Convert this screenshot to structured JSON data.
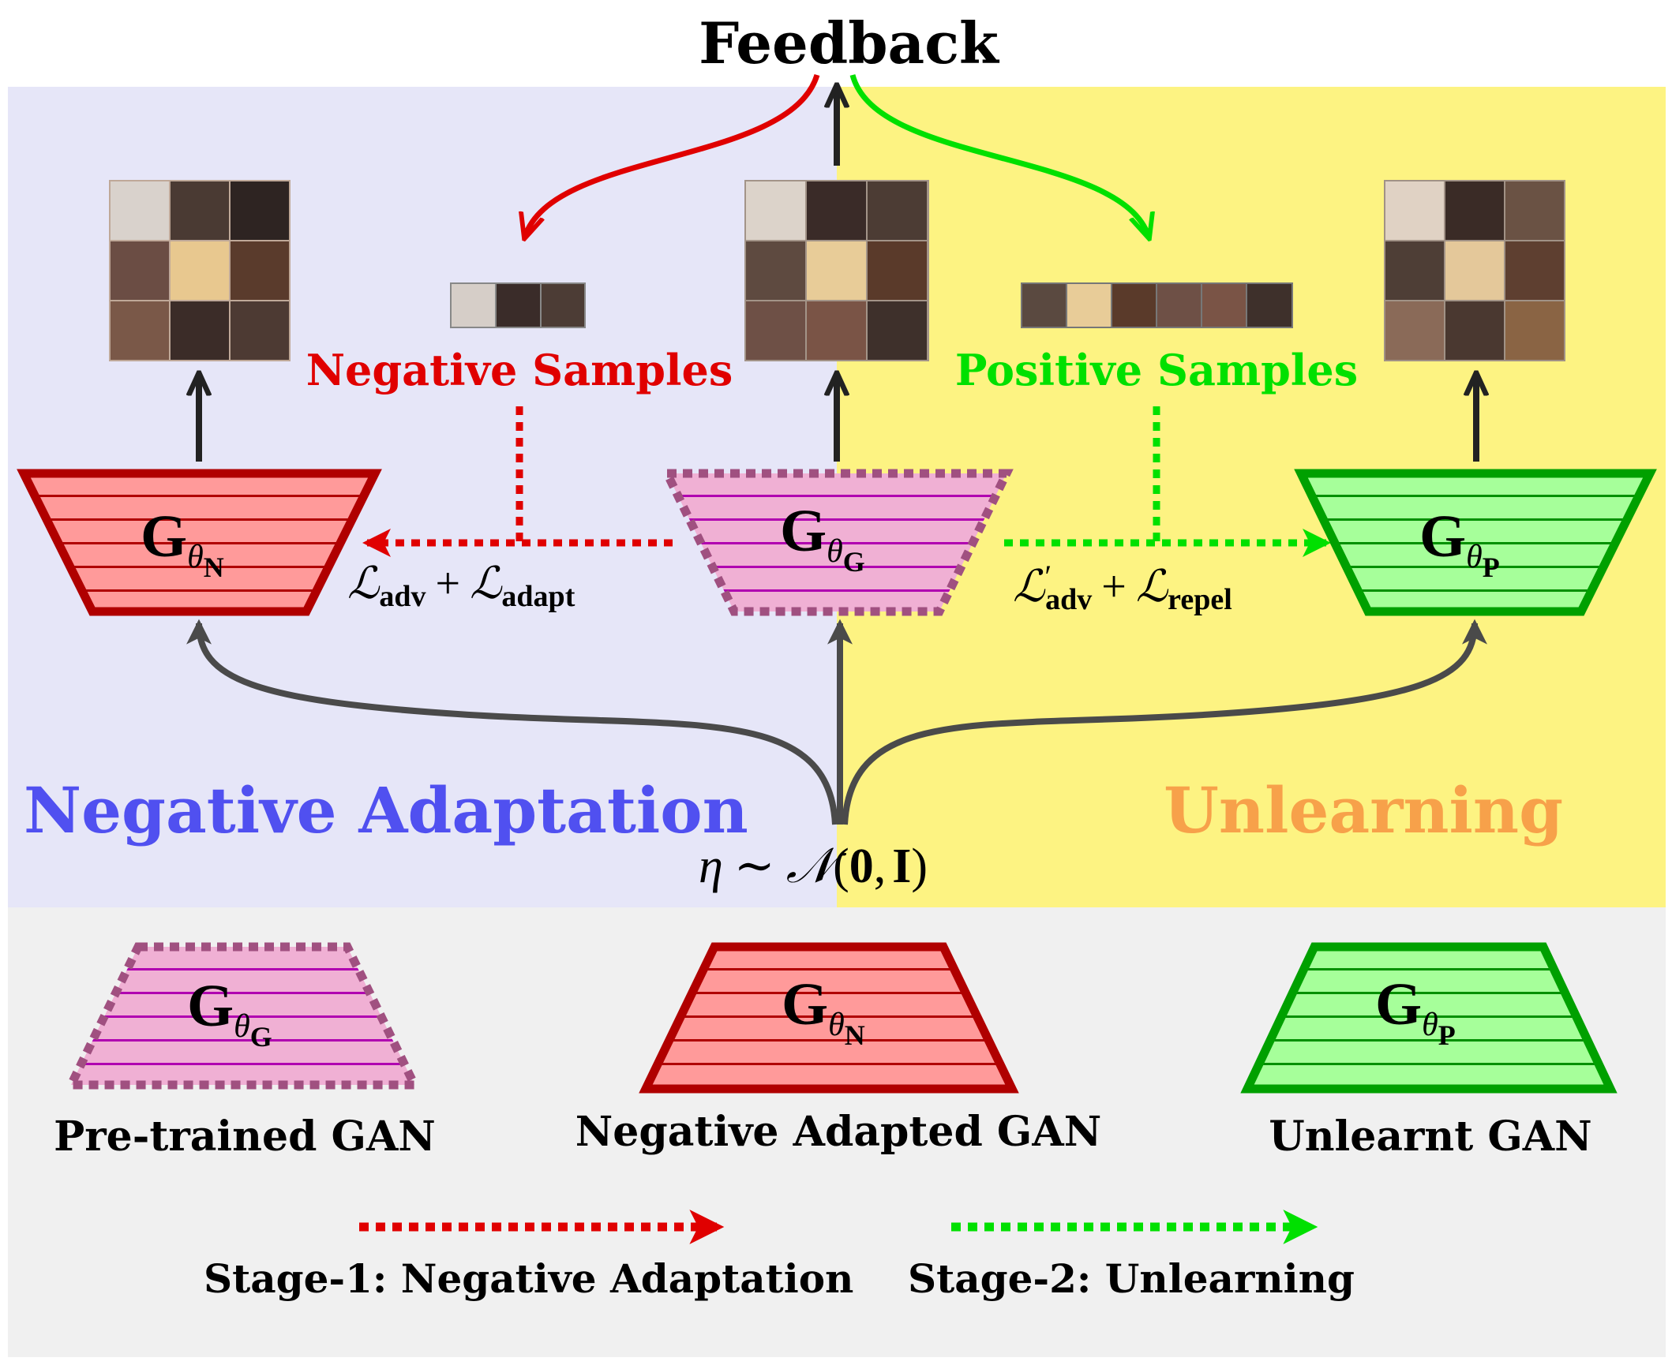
{
  "title": "Feedback",
  "regions": {
    "left": "Negative Adaptation",
    "right": "Unlearning"
  },
  "labels": {
    "negative_samples": "Negative Samples",
    "positive_samples": "Positive Samples"
  },
  "generators": {
    "negative": {
      "letter": "G",
      "param": "θ",
      "sub": "N"
    },
    "pretrained": {
      "letter": "G",
      "param": "θ",
      "sub": "G"
    },
    "positive": {
      "letter": "G",
      "param": "θ",
      "sub": "P"
    }
  },
  "losses": {
    "stage1": {
      "calL1": "ℒ",
      "sub1": "adv",
      "plus": "+",
      "calL2": "ℒ",
      "sub2": "adapt"
    },
    "stage2": {
      "calL1": "ℒ",
      "prime": "′",
      "sub1": "adv",
      "plus": "+",
      "calL2": "ℒ",
      "sub2": "repel"
    }
  },
  "noise": {
    "eta": "η",
    "sim": "∼",
    "calN": "𝒩",
    "open": "(",
    "zero": "0",
    "comma": ",",
    "eye": "I",
    "close": ")"
  },
  "legend": {
    "pretrained": "Pre-trained GAN",
    "negative_adapted": "Negative Adapted GAN",
    "unlearnt": "Unlearnt GAN",
    "stage1": "Stage-1: Negative Adaptation",
    "stage2": "Stage-2: Unlearning"
  },
  "colors": {
    "left_bg": "#e6e6f8",
    "right_bg": "#fdf382",
    "legend_bg": "#f0f0f0",
    "negative": "#e00000",
    "positive": "#00e000",
    "region_left_text": "#5050f0",
    "region_right_text": "#f7a14a",
    "dark_arrow": "#4a4a4a"
  }
}
